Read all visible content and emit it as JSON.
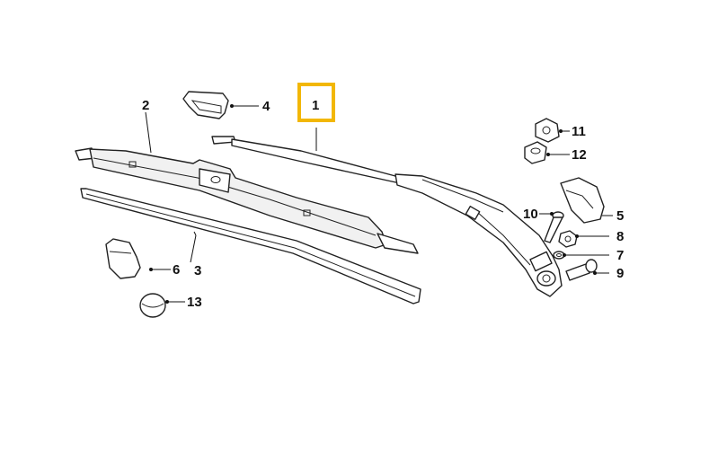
{
  "diagram": {
    "highlight_color": "#f2b705",
    "callouts": {
      "c1": "1",
      "c2": "2",
      "c3": "3",
      "c4": "4",
      "c5": "5",
      "c6": "6",
      "c7": "7",
      "c8": "8",
      "c9": "9",
      "c10": "10",
      "c11": "11",
      "c12": "12",
      "c13": "13"
    }
  }
}
